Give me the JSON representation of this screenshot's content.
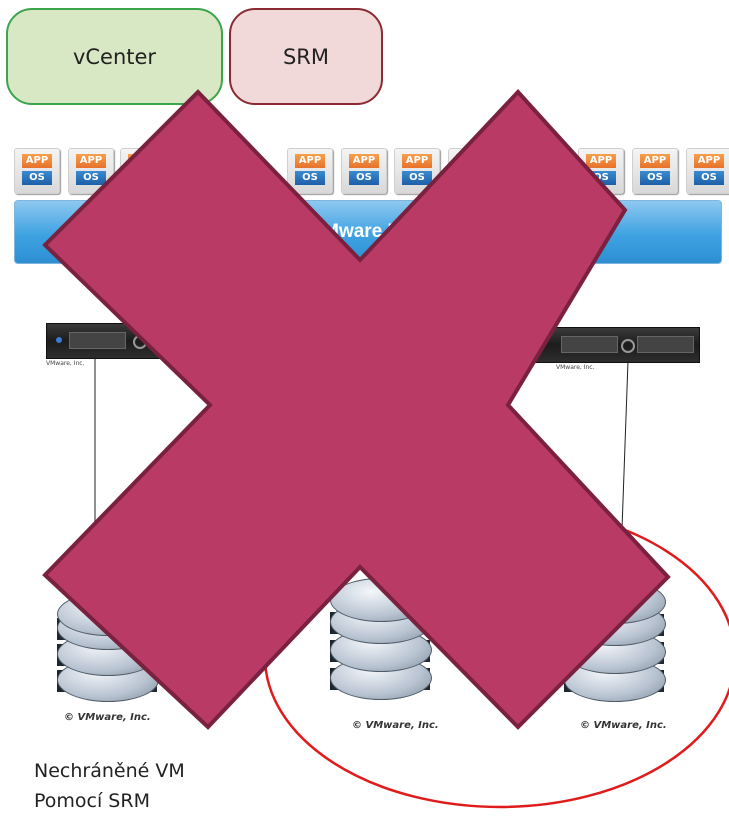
{
  "boxes": {
    "vcenter": "vCenter",
    "srm": "SRM"
  },
  "vm_icon": {
    "app": "APP",
    "os": "OS"
  },
  "hypervisor_label": "VMware ESX",
  "server_captions": {
    "left": "VMware, Inc.",
    "right": "VMware, Inc."
  },
  "datastore_caption": "© VMware, Inc.",
  "caption": {
    "line1": "Nechráněné VM",
    "line2": "Pomocí SRM"
  },
  "colors": {
    "vcenter_fill": "#d9e8c4",
    "vcenter_border": "#3aa54b",
    "srm_fill": "#f2d9d9",
    "srm_border": "#8a2a33",
    "cross_fill": "#b93a65",
    "cross_stroke": "#7a2140",
    "ellipse": "#e01b1b"
  }
}
